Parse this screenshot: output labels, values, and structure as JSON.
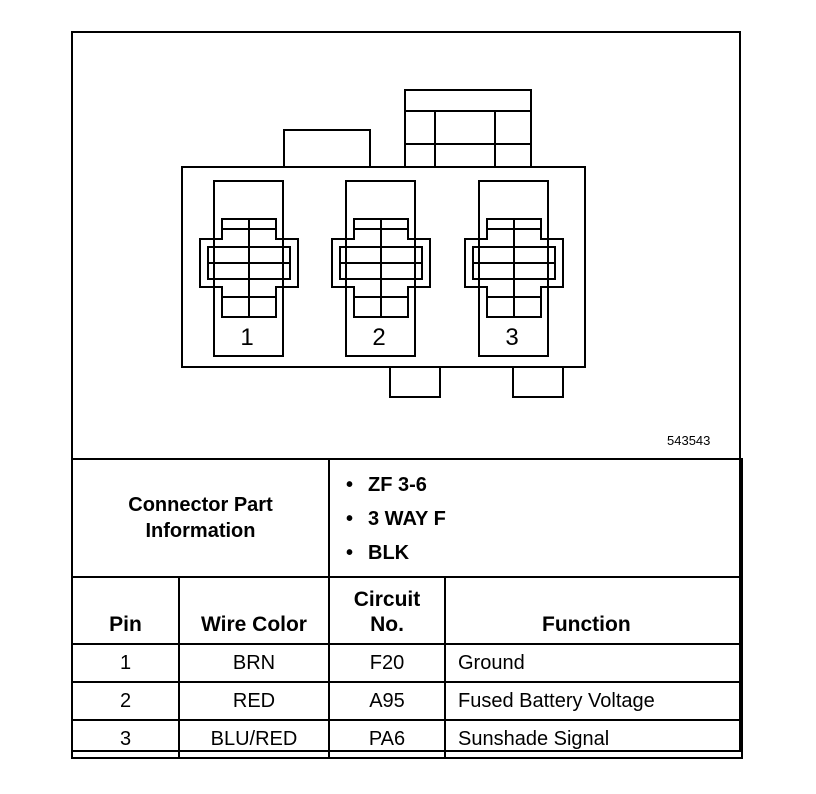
{
  "diagram": {
    "figure_id": "543543",
    "cavity_labels": [
      "1",
      "2",
      "3"
    ]
  },
  "part_info": {
    "label": "Connector Part Information",
    "label_line1": "Connector Part",
    "label_line2": "Information",
    "bullets": [
      "ZF 3-6",
      "3 WAY F",
      "BLK"
    ]
  },
  "table": {
    "headers": {
      "pin": "Pin",
      "wire_color": "Wire Color",
      "circuit_line1": "Circuit",
      "circuit_line2": "No.",
      "function": "Function"
    },
    "rows": [
      {
        "pin": "1",
        "wire_color": "BRN",
        "circuit": "F20",
        "function": "Ground"
      },
      {
        "pin": "2",
        "wire_color": "RED",
        "circuit": "A95",
        "function": "Fused Battery Voltage"
      },
      {
        "pin": "3",
        "wire_color": "BLU/RED",
        "circuit": "PA6",
        "function": "Sunshade Signal"
      }
    ]
  }
}
